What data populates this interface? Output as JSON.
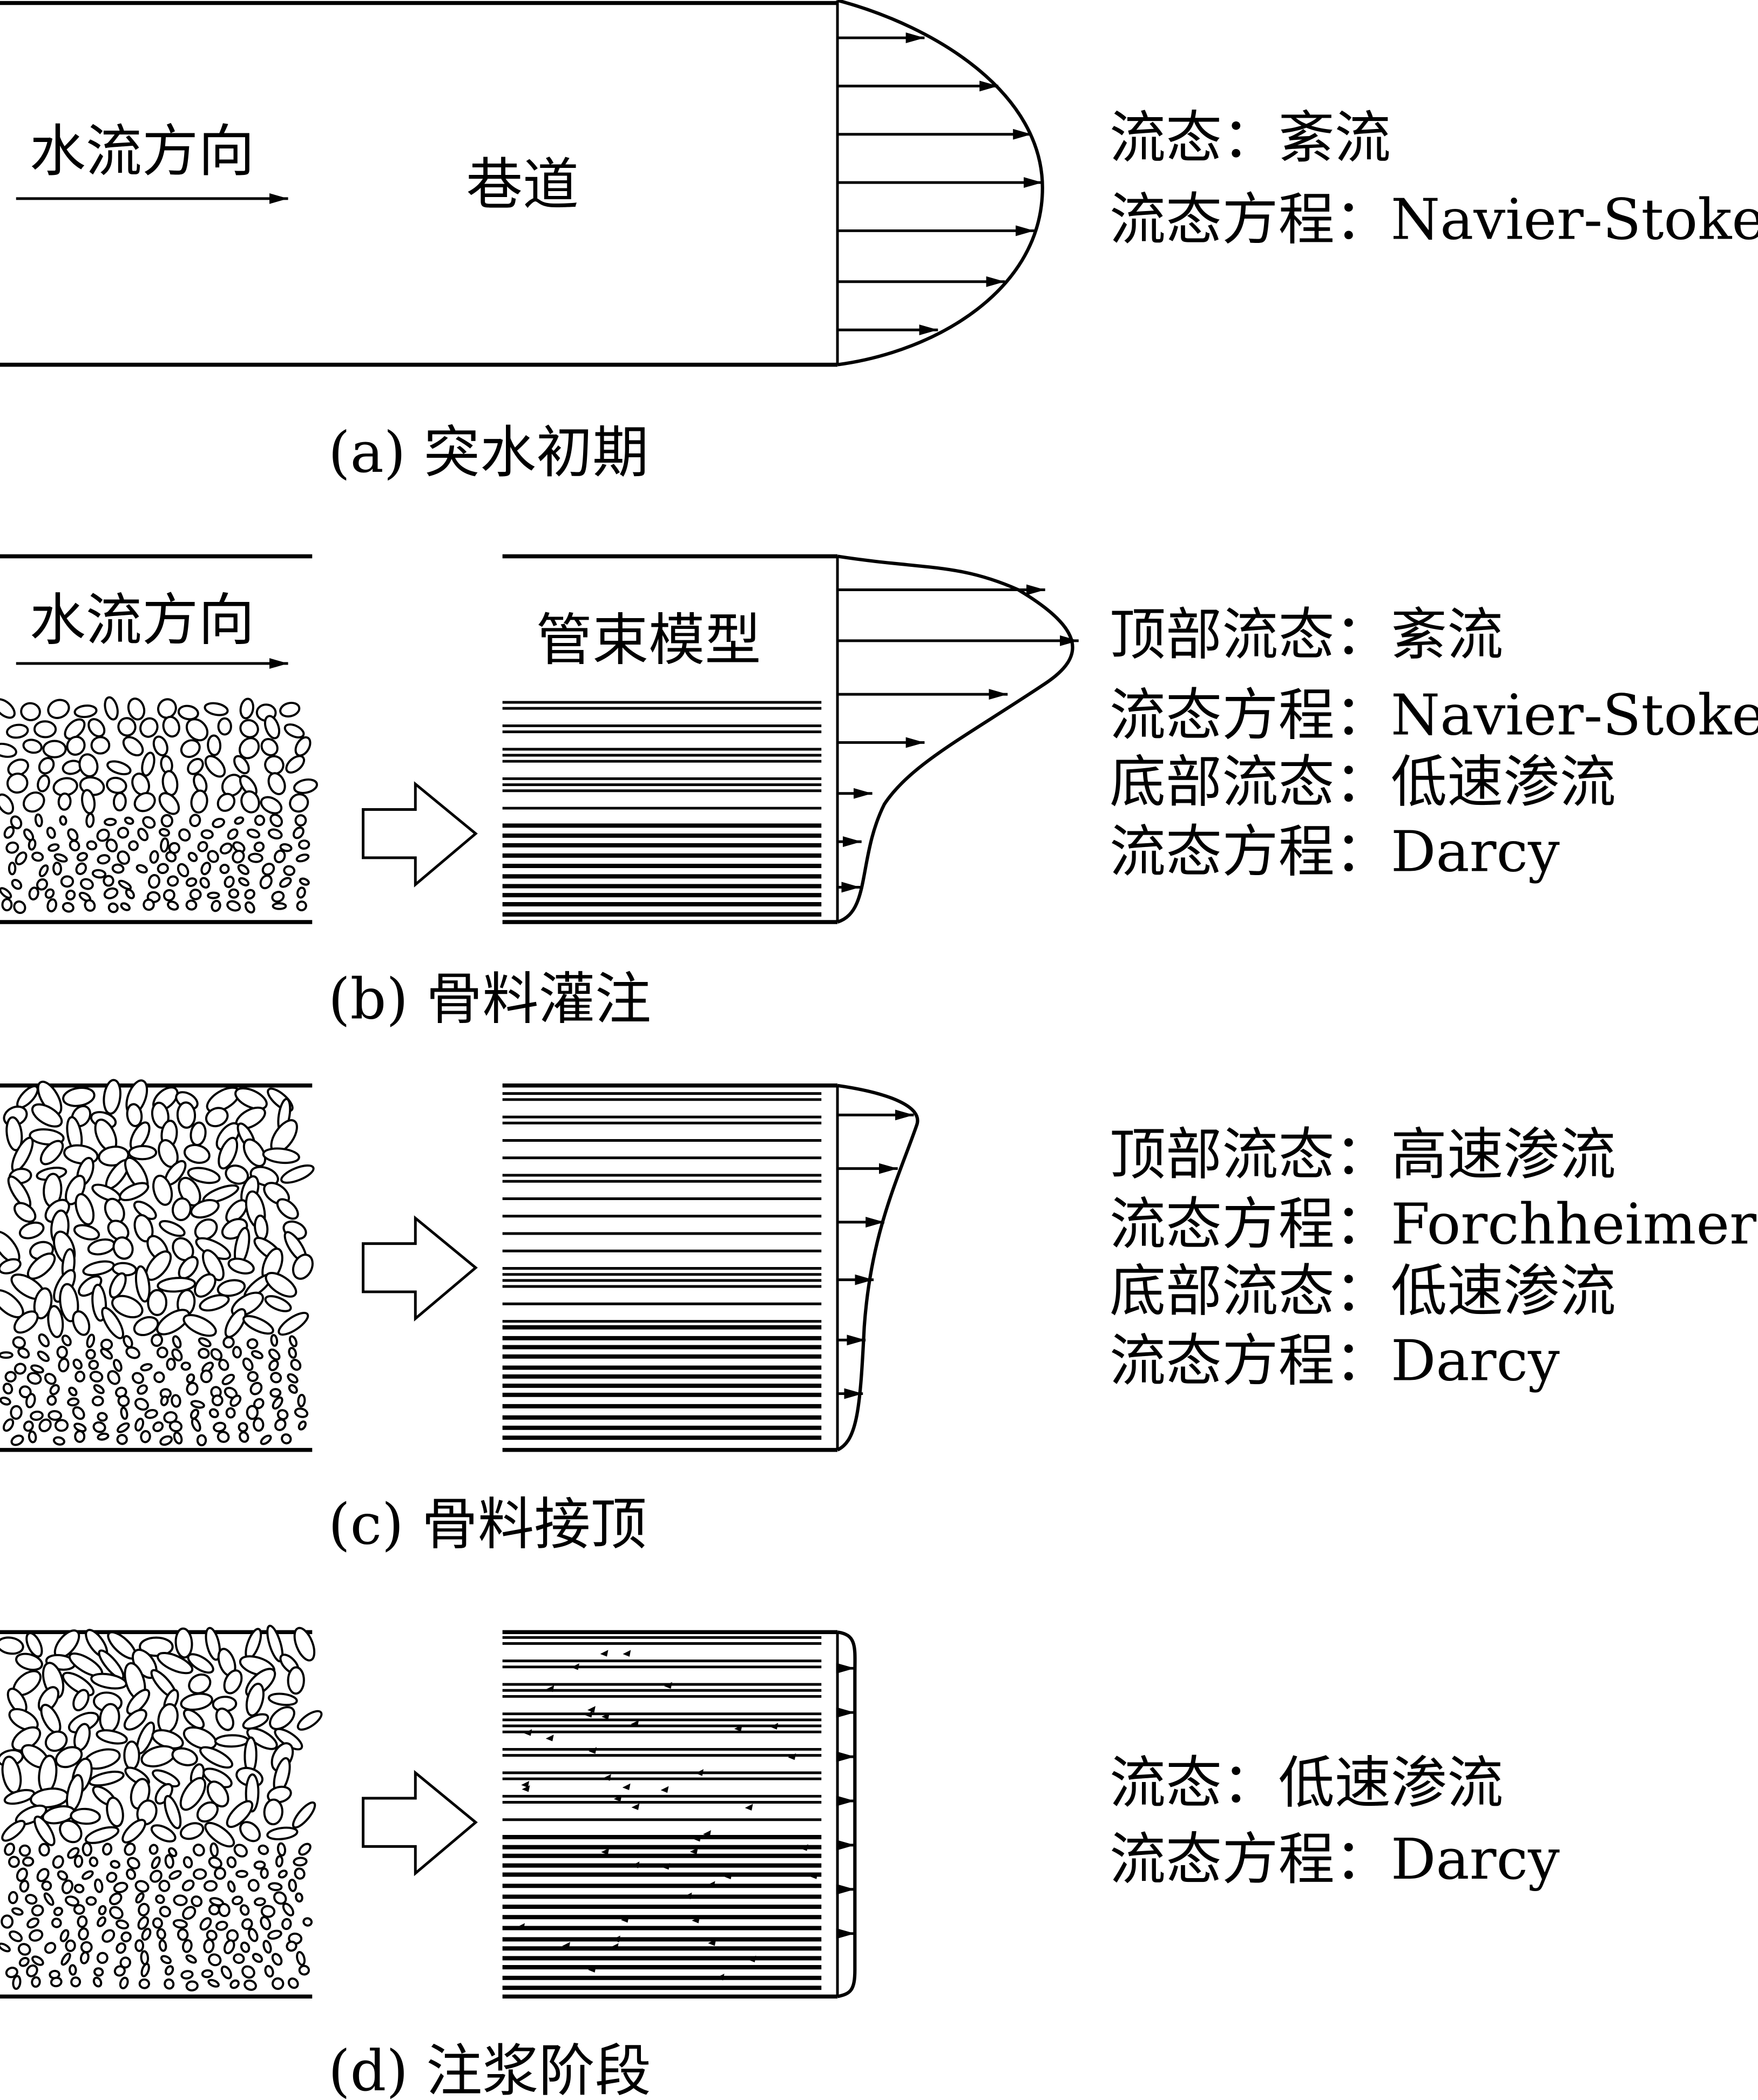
{
  "panels": [
    {
      "caption": "(a)  突水初期",
      "flow_direction": "水流方向",
      "center_label": "巷道",
      "lines": [
        "流态：紊流",
        "流态方程：Navier-Stokes"
      ]
    },
    {
      "caption": "(b)  骨料灌注",
      "flow_direction": "水流方向",
      "center_label": "管束模型",
      "lines": [
        "顶部流态：紊流",
        "流态方程：Navier-Stokes",
        "底部流态：低速渗流",
        "流态方程：Darcy"
      ]
    },
    {
      "caption": "(c)  骨料接顶",
      "lines": [
        "顶部流态：高速渗流",
        "流态方程：Forchheimer",
        "底部流态：低速渗流",
        "流态方程：Darcy"
      ]
    },
    {
      "caption": "(d)  注浆阶段",
      "lines": [
        "流态：低速渗流",
        "流态方程：Darcy"
      ]
    }
  ]
}
